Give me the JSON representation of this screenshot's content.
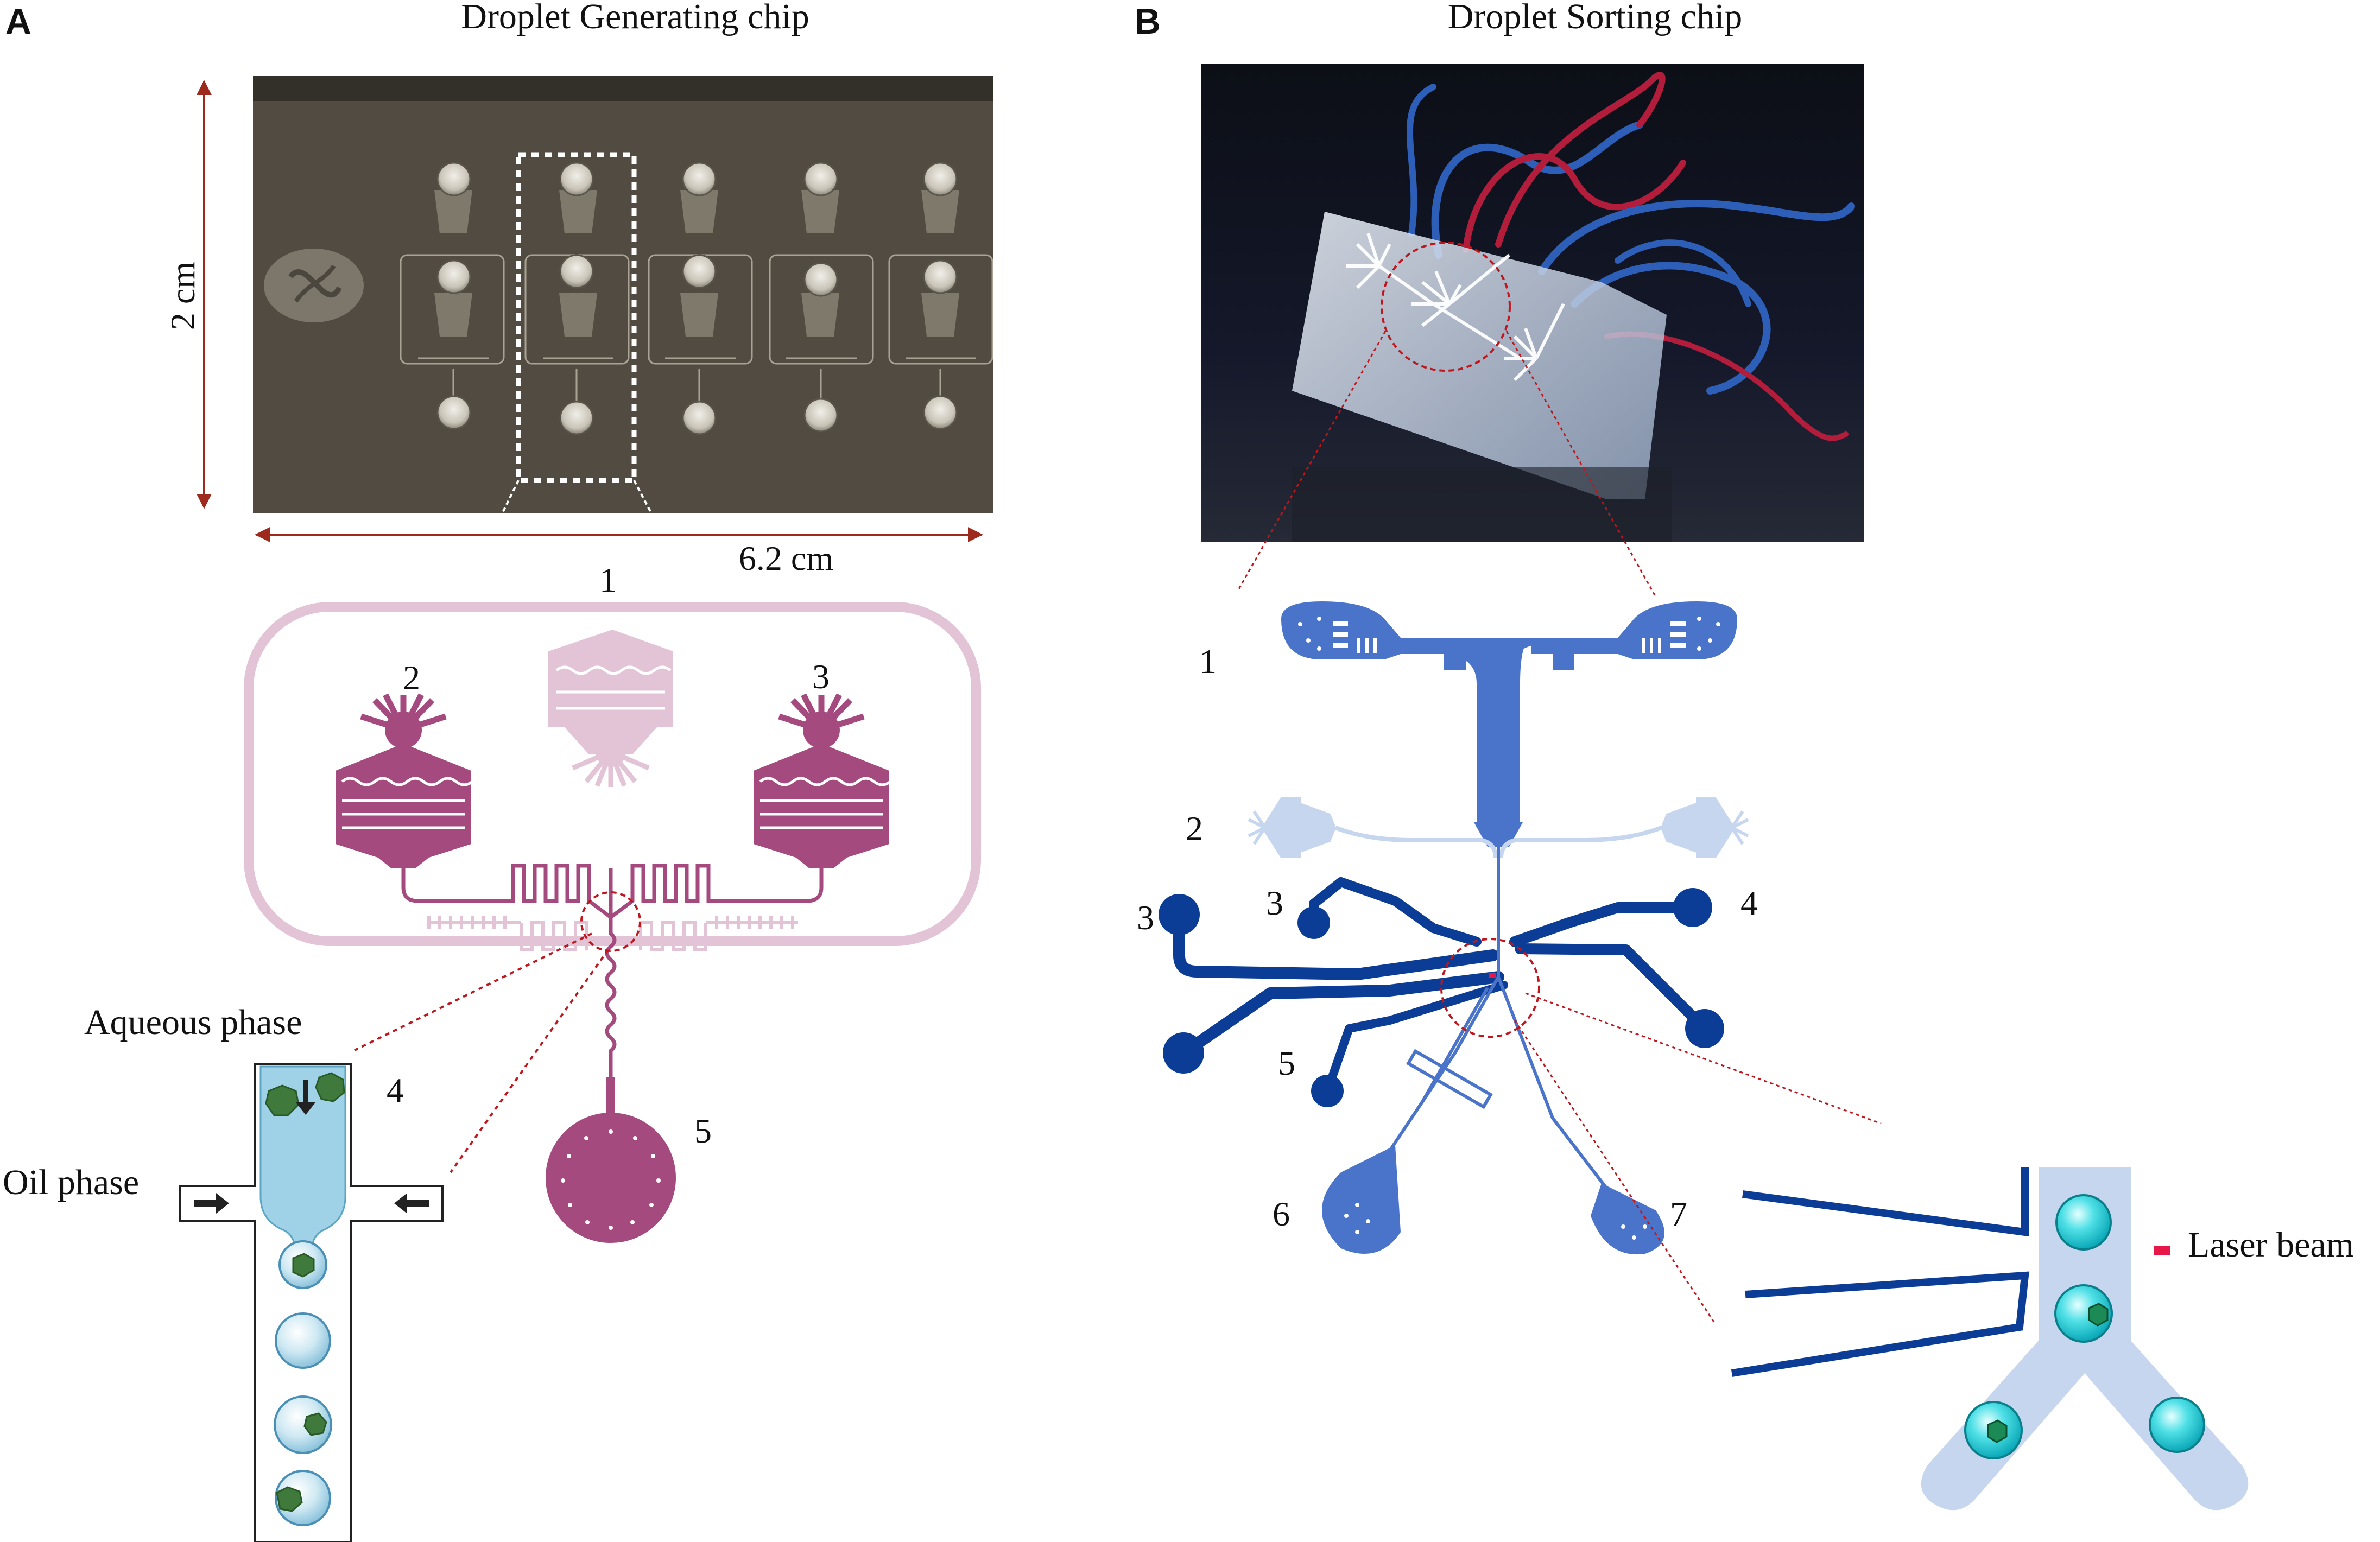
{
  "panel_a": {
    "letter": "A",
    "title": "Droplet Generating chip",
    "dim_height": "2 cm",
    "dim_width": "6.2 cm",
    "labels": {
      "n1": "1",
      "n2": "2",
      "n3": "3",
      "n4": "4",
      "n5": "5"
    },
    "aqueous": "Aqueous phase",
    "oil": "Oil phase"
  },
  "panel_b": {
    "letter": "B",
    "title": "Droplet Sorting chip",
    "labels": {
      "n1": "1",
      "n2": "2",
      "n3a": "3",
      "n3b": "3",
      "n4": "4",
      "n5": "5",
      "n6": "6",
      "n7": "7"
    },
    "laser": "Laser beam"
  },
  "colors": {
    "magenta": "#a54a7f",
    "pink_light": "#e3c3d6",
    "blue_dark": "#0c3d96",
    "blue_mid": "#4a74c9",
    "blue_light": "#c6d6ef",
    "red_dash": "#c0161e",
    "dim_arrow": "#9e2a1e",
    "droplet": "#bfe3ee",
    "laser": "#e8174a"
  }
}
